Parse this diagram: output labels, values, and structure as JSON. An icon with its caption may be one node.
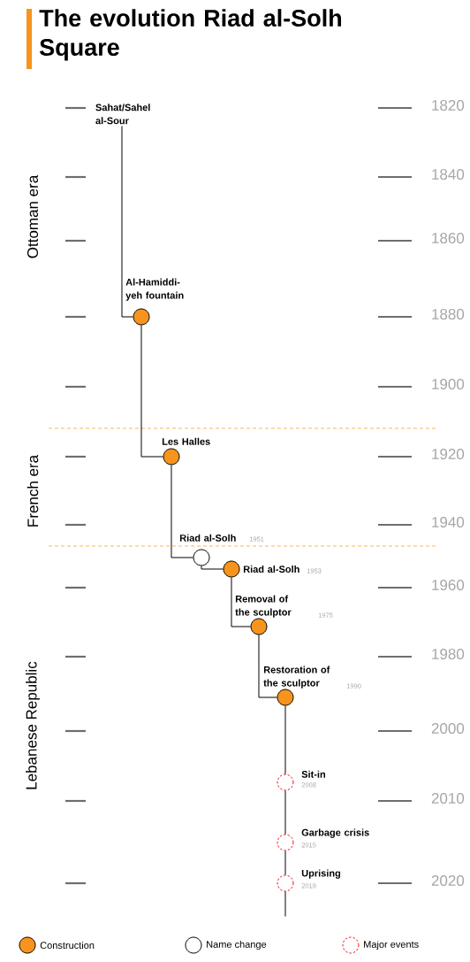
{
  "diagram": {
    "title": "The evolution Riad al-Solh Square",
    "nodes": [
      {
        "text": [
          "Sahat/Sahel al-Sour"
        ]
      },
      {
        "text": [
          "Al-Hamiddi-yeh fountain"
        ]
      },
      {
        "text": [
          "Les Halles"
        ]
      },
      {
        "text": [
          "Riad al-Solh"
        ]
      },
      {
        "text": [
          "Riad al-Solh"
        ]
      },
      {
        "text": [
          "Removal of the sculptor"
        ]
      },
      {
        "text": [
          "Restoration of the sculptor"
        ]
      },
      {
        "text": [
          "Sit-in"
        ],
        "beside": [
          "2008"
        ]
      },
      {
        "text": [
          "Garbage crisis"
        ],
        "beside": [
          "2015"
        ]
      },
      {
        "text": [
          "Uprising"
        ],
        "beside": [
          "2019"
        ]
      }
    ],
    "edges": [
      {
        "from": 0,
        "to": 1,
        "arrow": "none"
      },
      {
        "from": 1,
        "to": 2,
        "arrow": "none"
      },
      {
        "from": 2,
        "to": 3,
        "arrow": "none"
      },
      {
        "from": 3,
        "to": 4,
        "arrow": "none"
      },
      {
        "from": 4,
        "to": 5,
        "arrow": "none"
      },
      {
        "from": 5,
        "to": 6,
        "arrow": "none"
      },
      {
        "from": 6,
        "to": 7,
        "arrow": "none"
      },
      {
        "from": 7,
        "to": 8,
        "arrow": "none"
      },
      {
        "from": 8,
        "to": 9,
        "arrow": "none"
      },
      {
        "from": 9,
        "to": null,
        "arrow": "none"
      }
    ],
    "labels": [
      "Ottoman era",
      "French era",
      "Lebanese Republic",
      "1820",
      "1840",
      "1860",
      "1880",
      "1900",
      "1920",
      "1940",
      "1960",
      "1980",
      "2000",
      "2010",
      "2020",
      "1951",
      "1953",
      "1975",
      "1990"
    ],
    "legend": [
      {
        "text": "Construction",
        "color": "#f7941d"
      },
      {
        "text": "Name change"
      },
      {
        "text": "Major events"
      }
    ]
  }
}
